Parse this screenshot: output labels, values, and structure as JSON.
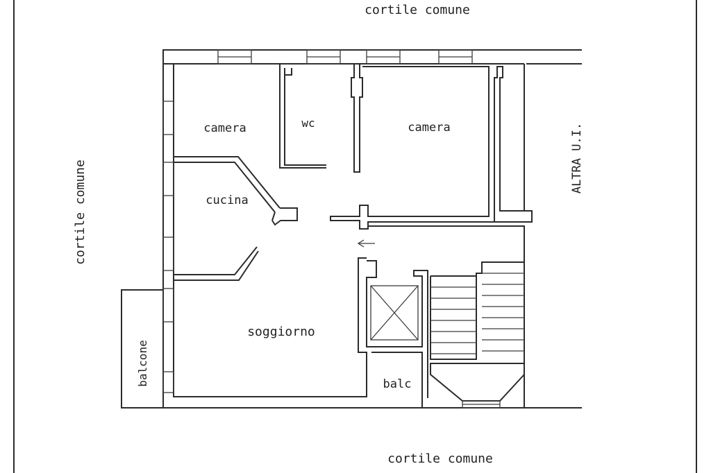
{
  "labels": {
    "top_courtyard": "cortile comune",
    "left_courtyard": "cortile comune",
    "bottom_courtyard": "cortile comune",
    "other_unit": "ALTRA U.I.",
    "room_camera_left": "camera",
    "room_wc": "wc",
    "room_camera_right": "camera",
    "room_cucina": "cucina",
    "room_soggiorno": "soggiorno",
    "balcone": "balcone",
    "balc": "balc"
  }
}
